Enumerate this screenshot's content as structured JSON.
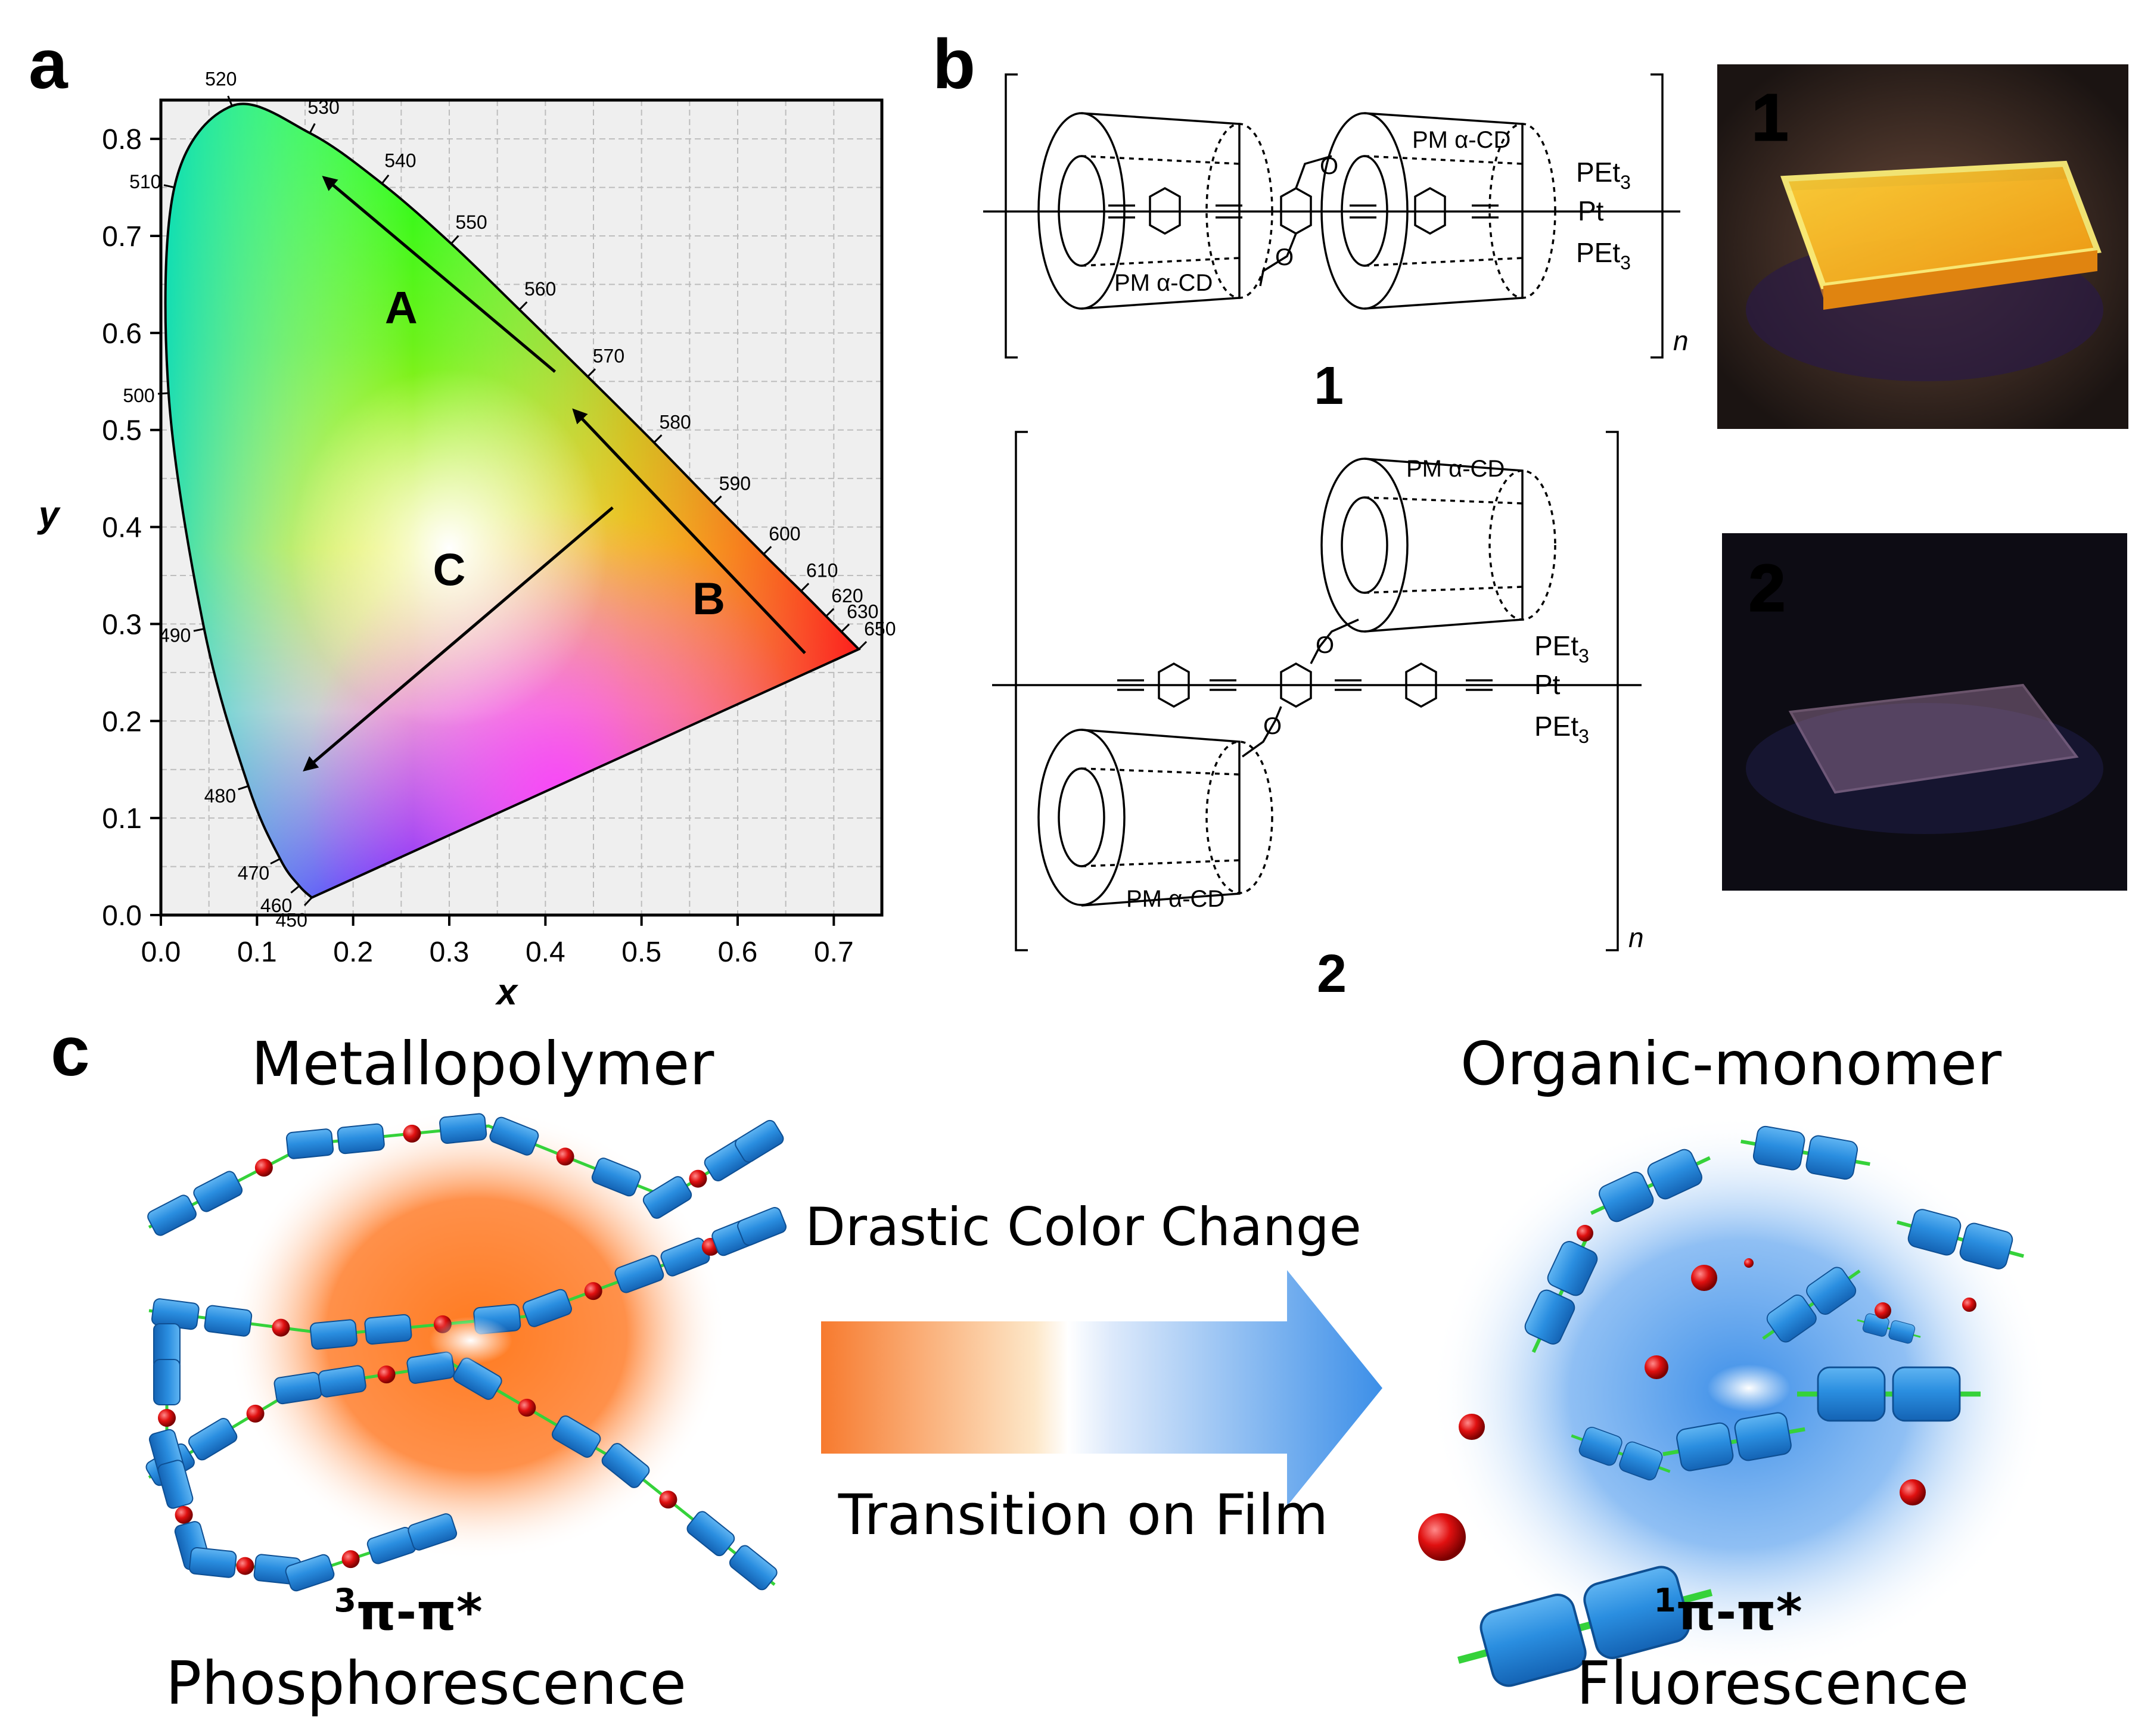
{
  "panel_labels": {
    "a": "a",
    "b": "b",
    "c": "c"
  },
  "chart_data": {
    "type": "scatter",
    "title": "",
    "xlabel": "x",
    "ylabel": "y",
    "xlim": [
      0.0,
      0.75
    ],
    "ylim": [
      0.0,
      0.84
    ],
    "xticks": [
      "0.0",
      "0.1",
      "0.2",
      "0.3",
      "0.4",
      "0.5",
      "0.6",
      "0.7"
    ],
    "yticks": [
      "0.0",
      "0.1",
      "0.2",
      "0.3",
      "0.4",
      "0.5",
      "0.6",
      "0.7",
      "0.8"
    ],
    "grid": true,
    "locus_labels": [
      {
        "nm": "450",
        "x": 0.157,
        "y": 0.018
      },
      {
        "nm": "460",
        "x": 0.144,
        "y": 0.03
      },
      {
        "nm": "470",
        "x": 0.124,
        "y": 0.058
      },
      {
        "nm": "480",
        "x": 0.091,
        "y": 0.133
      },
      {
        "nm": "490",
        "x": 0.045,
        "y": 0.295
      },
      {
        "nm": "500",
        "x": 0.008,
        "y": 0.538
      },
      {
        "nm": "510",
        "x": 0.014,
        "y": 0.75
      },
      {
        "nm": "520",
        "x": 0.074,
        "y": 0.834
      },
      {
        "nm": "530",
        "x": 0.155,
        "y": 0.806
      },
      {
        "nm": "540",
        "x": 0.23,
        "y": 0.754
      },
      {
        "nm": "550",
        "x": 0.302,
        "y": 0.692
      },
      {
        "nm": "560",
        "x": 0.373,
        "y": 0.624
      },
      {
        "nm": "570",
        "x": 0.444,
        "y": 0.555
      },
      {
        "nm": "580",
        "x": 0.513,
        "y": 0.487
      },
      {
        "nm": "590",
        "x": 0.575,
        "y": 0.424
      },
      {
        "nm": "600",
        "x": 0.627,
        "y": 0.372
      },
      {
        "nm": "610",
        "x": 0.666,
        "y": 0.334
      },
      {
        "nm": "620",
        "x": 0.692,
        "y": 0.308
      },
      {
        "nm": "630",
        "x": 0.708,
        "y": 0.292
      },
      {
        "nm": "650",
        "x": 0.726,
        "y": 0.274
      }
    ],
    "series": [
      {
        "name": "A",
        "x": [
          0.41,
          0.17
        ],
        "y": [
          0.56,
          0.76
        ]
      },
      {
        "name": "B",
        "x": [
          0.67,
          0.43
        ],
        "y": [
          0.27,
          0.52
        ]
      },
      {
        "name": "C",
        "x": [
          0.47,
          0.15
        ],
        "y": [
          0.42,
          0.15
        ]
      }
    ]
  },
  "panel_b": {
    "pm_cd": "PM α-CD",
    "pet3": "PEt3",
    "pet3_base": "PEt",
    "pet3_sub": "3",
    "pt": "Pt",
    "n": "n",
    "compound_1": "1",
    "compound_2": "2",
    "photo_1_label": "1",
    "photo_2_label": "2"
  },
  "panel_c": {
    "left_title": "Metallopolymer",
    "right_title": "Organic-monomer",
    "arrow_top": "Drastic Color Change",
    "arrow_bottom": "Transition on Film",
    "left_state_sup": "3",
    "left_state": "π-π*",
    "right_state_sup": "1",
    "right_state": "π-π*",
    "left_emission": "Phosphorescence",
    "right_emission": "Fluorescence"
  }
}
